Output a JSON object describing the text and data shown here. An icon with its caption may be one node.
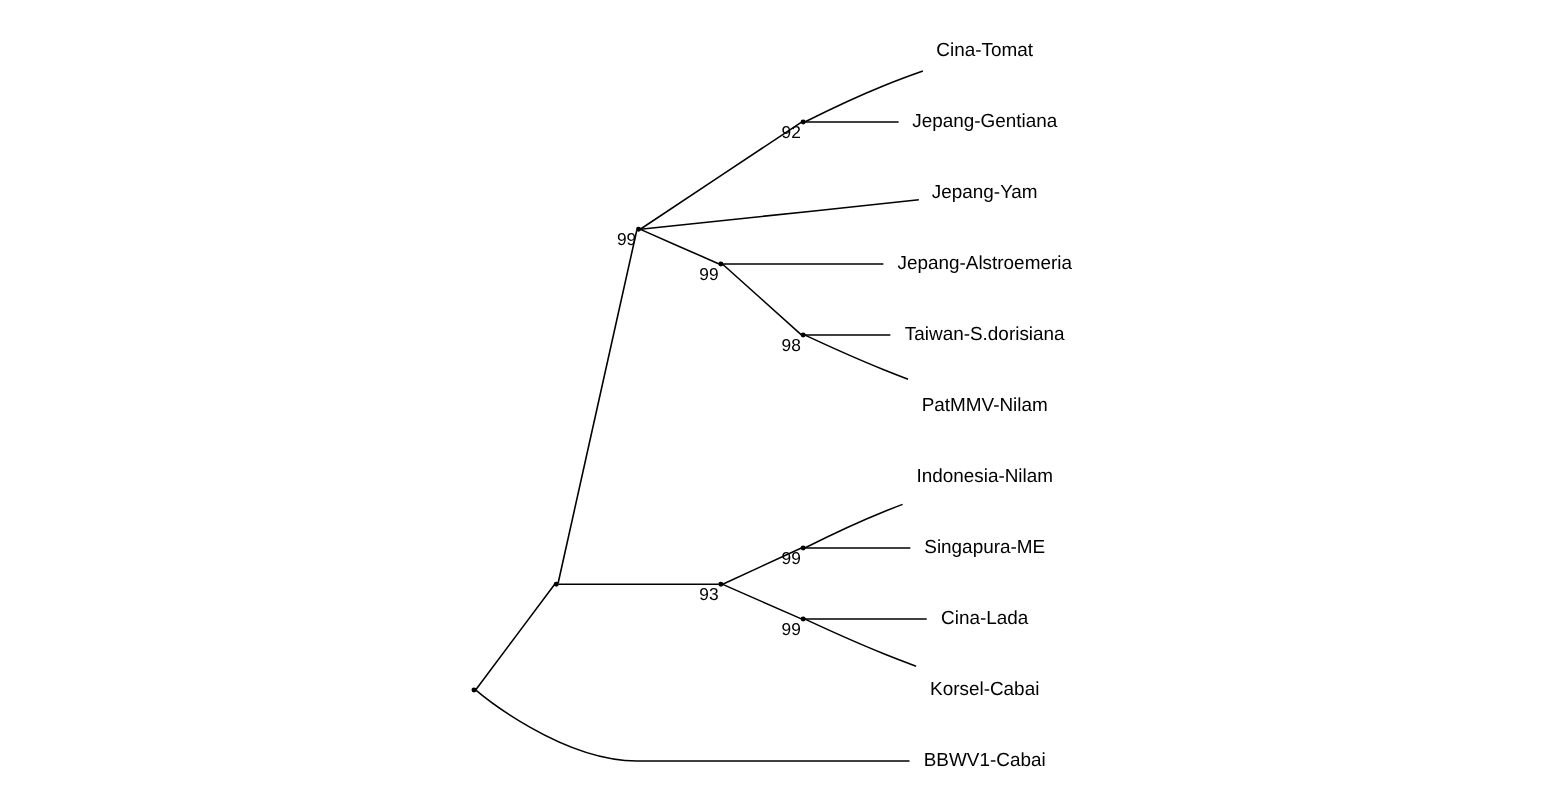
{
  "diagram": {
    "nodes": [
      {
        "text": [],
        "shape": "point"
      },
      {
        "text": [],
        "shape": "point"
      },
      {
        "text": [],
        "shape": "point",
        "beside": [
          "99"
        ]
      },
      {
        "text": [],
        "shape": "point",
        "beside": [
          "92"
        ]
      },
      {
        "text": [
          "Cina-Tomat"
        ]
      },
      {
        "text": [
          "Jepang-Gentiana"
        ]
      },
      {
        "text": [
          "Jepang-Yam"
        ]
      },
      {
        "text": [],
        "shape": "point",
        "beside": [
          "99"
        ]
      },
      {
        "text": [
          "Jepang-Alstroemeria"
        ]
      },
      {
        "text": [],
        "shape": "point",
        "beside": [
          "98"
        ]
      },
      {
        "text": [
          "Taiwan-S.dorisiana"
        ]
      },
      {
        "text": [
          "PatMMV-Nilam"
        ]
      },
      {
        "text": [],
        "shape": "point",
        "beside": [
          "93"
        ]
      },
      {
        "text": [],
        "shape": "point",
        "beside": [
          "99"
        ]
      },
      {
        "text": [
          "Indonesia-Nilam"
        ]
      },
      {
        "text": [
          "Singapura-ME"
        ]
      },
      {
        "text": [],
        "shape": "point",
        "beside": [
          "99"
        ]
      },
      {
        "text": [
          "Cina-Lada"
        ]
      },
      {
        "text": [
          "Korsel-Cabai"
        ]
      },
      {
        "text": [
          "BBWV1-Cabai"
        ]
      }
    ],
    "edges": [
      {
        "from": 0,
        "to": 1,
        "arrow": "none"
      },
      {
        "from": 0,
        "to": 19,
        "arrow": "none"
      },
      {
        "from": 1,
        "to": 2,
        "arrow": "none"
      },
      {
        "from": 1,
        "to": 12,
        "arrow": "none"
      },
      {
        "from": 2,
        "to": 3,
        "arrow": "none"
      },
      {
        "from": 3,
        "to": 4,
        "arrow": "none"
      },
      {
        "from": 3,
        "to": 5,
        "arrow": "none"
      },
      {
        "from": 2,
        "to": 6,
        "arrow": "none"
      },
      {
        "from": 2,
        "to": 7,
        "arrow": "none"
      },
      {
        "from": 7,
        "to": 8,
        "arrow": "none"
      },
      {
        "from": 7,
        "to": 9,
        "arrow": "none"
      },
      {
        "from": 9,
        "to": 10,
        "arrow": "none"
      },
      {
        "from": 9,
        "to": 11,
        "arrow": "none"
      },
      {
        "from": 12,
        "to": 13,
        "arrow": "none"
      },
      {
        "from": 13,
        "to": 14,
        "arrow": "none"
      },
      {
        "from": 13,
        "to": 15,
        "arrow": "none"
      },
      {
        "from": 12,
        "to": 16,
        "arrow": "none"
      },
      {
        "from": 16,
        "to": 17,
        "arrow": "none"
      },
      {
        "from": 16,
        "to": 18,
        "arrow": "none"
      }
    ]
  }
}
